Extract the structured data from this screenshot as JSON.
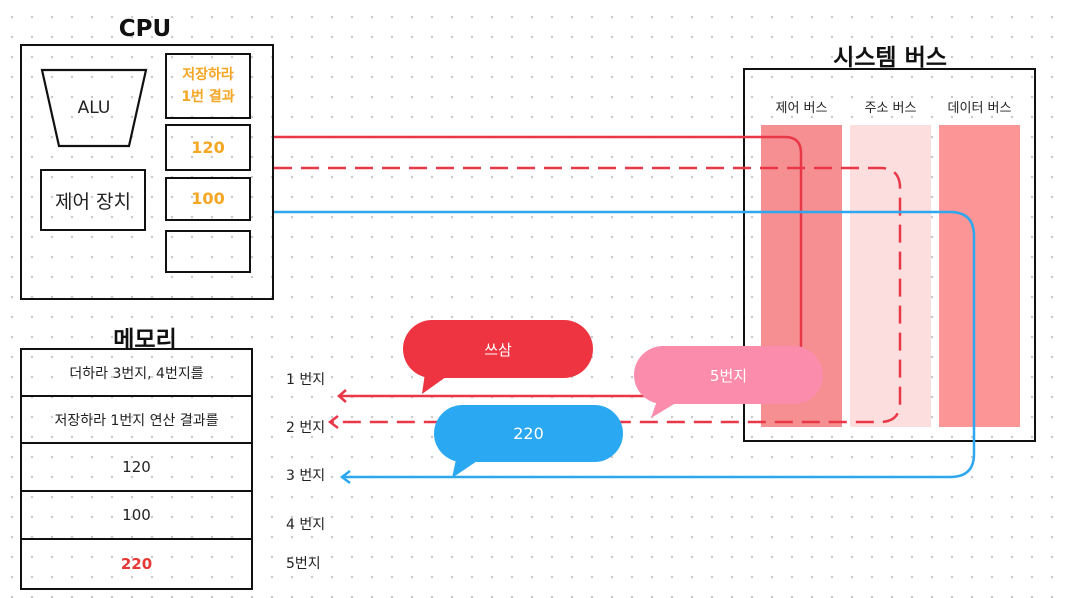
{
  "cpu": {
    "title": "CPU",
    "alu": "ALU",
    "control_unit": "제어 장치",
    "registers": [
      "저장하라\n1번 결과",
      "120",
      "100",
      ""
    ]
  },
  "memory": {
    "title": "메모리",
    "cells": [
      "더하라 3번지, 4번지를",
      "저장하라 1번지 연산 결과를",
      "120",
      "100",
      "220"
    ],
    "addresses": [
      "1 번지",
      "2 번지",
      "3 번지",
      "4 번지",
      "5번지"
    ]
  },
  "system_bus": {
    "title": "시스템 버스",
    "lanes": [
      "제어 버스",
      "주소 버스",
      "데이터 버스"
    ]
  },
  "bubbles": {
    "signal": "쓰삼",
    "address": "5번지",
    "data": "220"
  },
  "colors": {
    "register_text": "#f5a623",
    "memory_highlight": "#e53935",
    "control_bus": "#f58f91",
    "address_bus": "#fddede",
    "data_bus": "#fc9595",
    "red_line": "#e83848",
    "blue_line": "#2ea7ee",
    "bubble_red": "#ee3440",
    "bubble_pink": "#fb8cac",
    "bubble_blue": "#2aa8f2"
  }
}
